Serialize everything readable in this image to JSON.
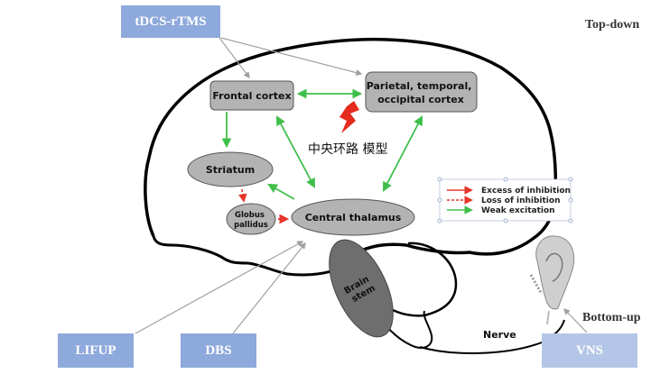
{
  "modalities": {
    "tdcs": "tDCS-rTMS",
    "lifup": "LIFUP",
    "dbs": "DBS",
    "vns": "VNS"
  },
  "directions": {
    "top_down": "Top-down",
    "bottom_up": "Bottom-up"
  },
  "nodes": {
    "frontal": "Frontal cortex",
    "parietal_line1": "Parietal, temporal,",
    "parietal_line2": "occipital cortex",
    "striatum": "Striatum",
    "globus_line1": "Globus",
    "globus_line2": "pallidus",
    "thalamus": "Central thalamus",
    "brainstem_line1": "Brain",
    "brainstem_line2": "stem",
    "nerve": "Nerve"
  },
  "title": "中央环路 模型",
  "legend": {
    "items": [
      {
        "label": "Excess of inhibition",
        "style": "solid",
        "color": "#e8352b"
      },
      {
        "label": "Loss of inhibition",
        "style": "dashed",
        "color": "#e8352b"
      },
      {
        "label": "Weak excitation",
        "style": "solid",
        "color": "#3fbf4a"
      }
    ]
  },
  "colors": {
    "modality_box": "#8ea9db",
    "modality_box_light": "#b4c6e7",
    "node_fill": "#b3b3b3",
    "brainstem_fill": "#6e6e6e",
    "excitation": "#3fbf4a",
    "inhibition": "#e8352b",
    "stim_arrow": "#a0a0a0"
  }
}
